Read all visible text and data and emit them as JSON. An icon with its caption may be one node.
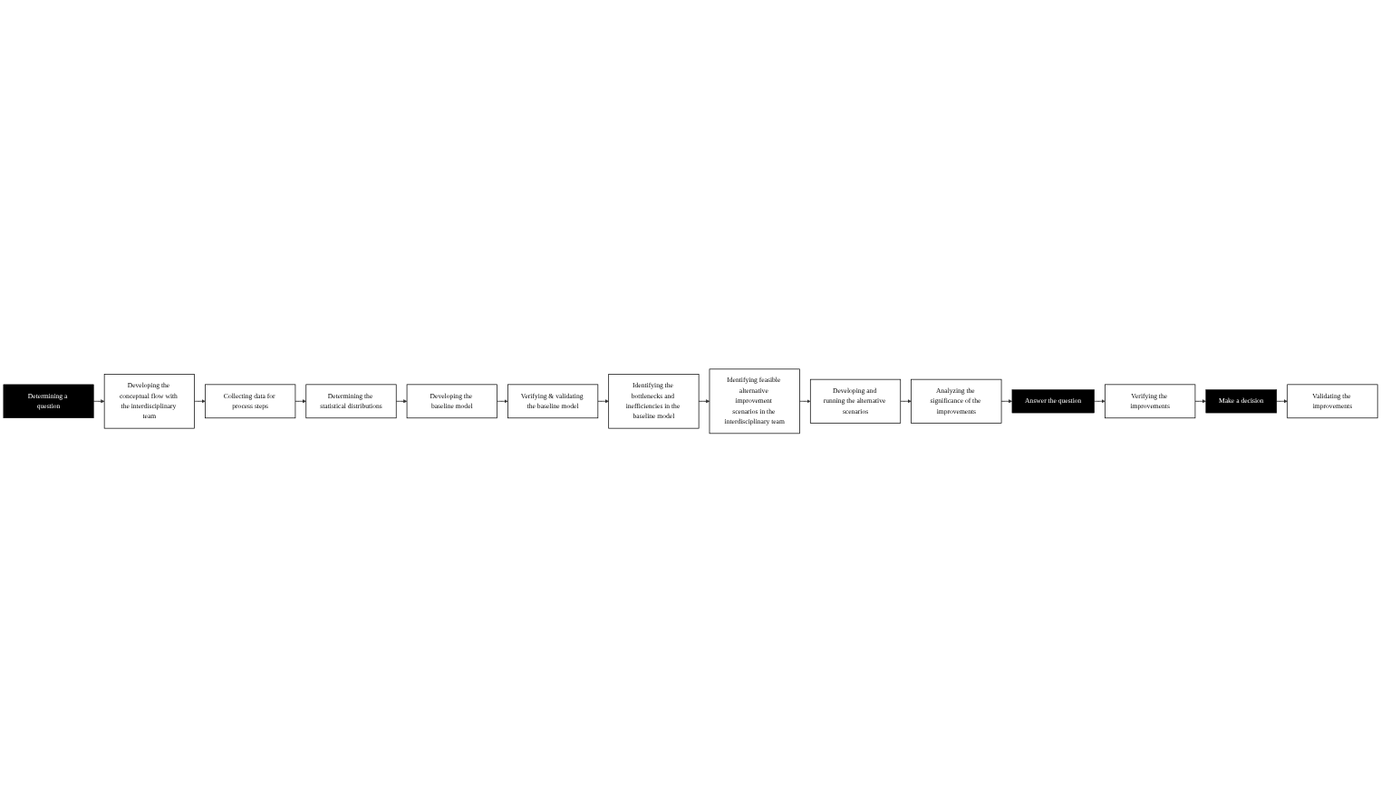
{
  "diagram": {
    "nodes": [
      {
        "text": [
          "Determining a question"
        ]
      },
      {
        "text": [
          "Developing the conceptual flow with the interdisciplinary team"
        ]
      },
      {
        "text": [
          "Collecting data for process steps"
        ]
      },
      {
        "text": [
          "Determining the statistical distributions"
        ]
      },
      {
        "text": [
          "Developing the baseline model"
        ]
      },
      {
        "text": [
          "Verifying & validating the baseline model"
        ]
      },
      {
        "text": [
          "Identifying the bottlenecks and inefficiencies in the baseline model"
        ]
      },
      {
        "text": [
          "Identifying feasible alternative improvement scenarios in the interdisciplinary team"
        ]
      },
      {
        "text": [
          "Developing and running the alternative scenarios"
        ]
      },
      {
        "text": [
          "Analyzing the significance of the improvements"
        ]
      },
      {
        "text": [
          "Answer the question"
        ]
      },
      {
        "text": [
          "Verifying the improvements"
        ]
      },
      {
        "text": [
          "Make a decision"
        ]
      },
      {
        "text": [
          "Validating the improvements"
        ]
      }
    ],
    "edges": [
      {
        "from": 0,
        "to": 1,
        "arrow": "to"
      },
      {
        "from": 1,
        "to": 2,
        "arrow": "to"
      },
      {
        "from": 2,
        "to": 3,
        "arrow": "to"
      },
      {
        "from": 3,
        "to": 4,
        "arrow": "to"
      },
      {
        "from": 4,
        "to": 5,
        "arrow": "to"
      },
      {
        "from": 5,
        "to": 6,
        "arrow": "to"
      },
      {
        "from": 6,
        "to": 7,
        "arrow": "to"
      },
      {
        "from": 7,
        "to": 8,
        "arrow": "to"
      },
      {
        "from": 8,
        "to": 9,
        "arrow": "to"
      },
      {
        "from": 9,
        "to": 10,
        "arrow": "to"
      },
      {
        "from": 10,
        "to": 11,
        "arrow": "to"
      },
      {
        "from": 11,
        "to": 12,
        "arrow": "to"
      },
      {
        "from": 12,
        "to": 13,
        "arrow": "to"
      }
    ]
  }
}
